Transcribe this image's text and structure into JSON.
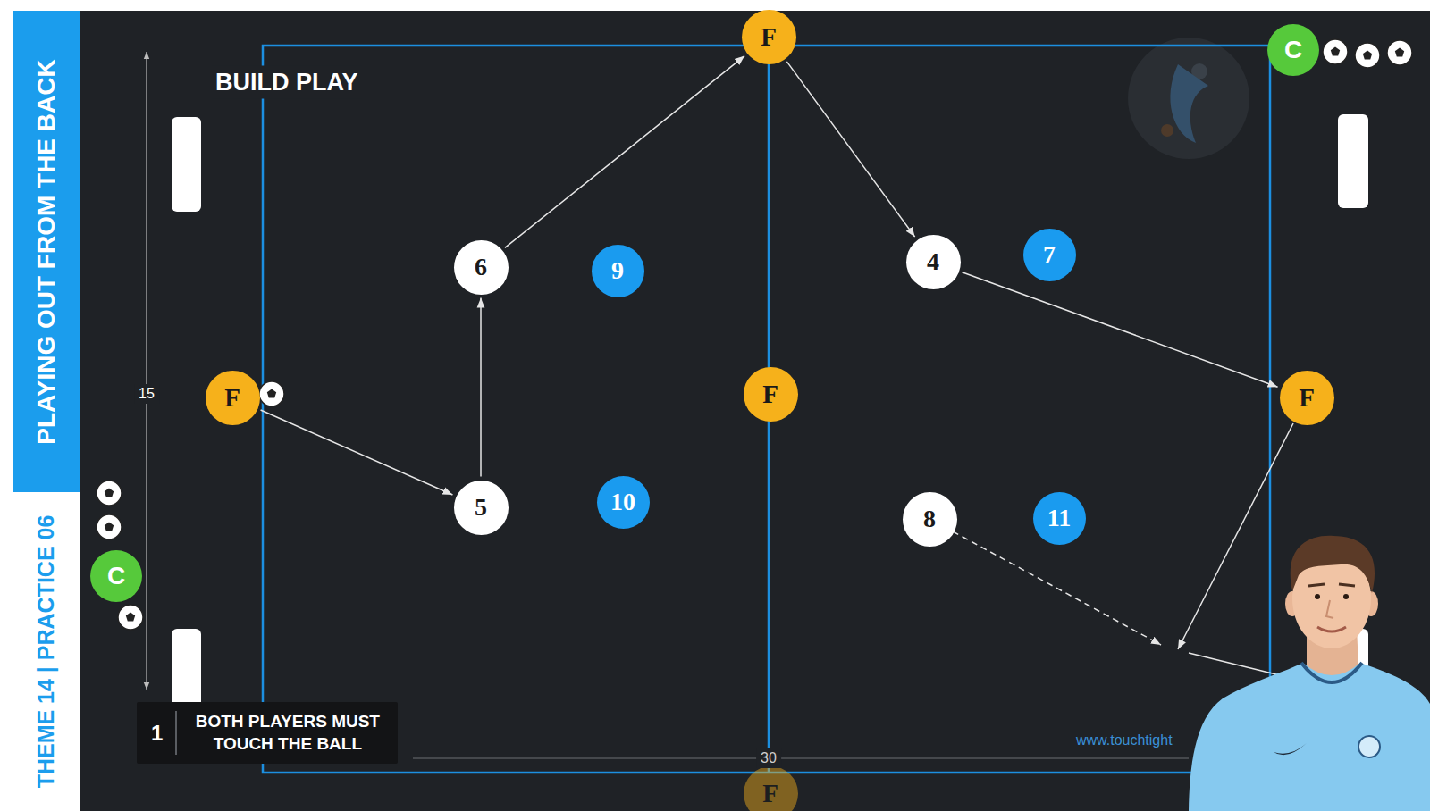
{
  "diagram": {
    "title": "BUILD PLAY",
    "nodes": [
      {
        "text": [
          "PLAYING OUT FROM THE BACK"
        ]
      },
      {
        "text": [
          "THEME 14 | PRACTICE 06"
        ]
      },
      {
        "text": [
          "F"
        ]
      },
      {
        "text": [
          "C"
        ]
      },
      {
        "text": [
          "6"
        ]
      },
      {
        "text": [
          "9"
        ]
      },
      {
        "text": [
          "4"
        ]
      },
      {
        "text": [
          "7"
        ]
      },
      {
        "text": [
          "F"
        ]
      },
      {
        "text": [
          "F"
        ]
      },
      {
        "text": [
          "F"
        ]
      },
      {
        "text": [
          "5"
        ]
      },
      {
        "text": [
          "10"
        ]
      },
      {
        "text": [
          "8"
        ]
      },
      {
        "text": [
          "11"
        ]
      },
      {
        "text": [
          "C"
        ]
      },
      {
        "text": [
          "1",
          "BOTH PLAYERS MUST TOUCH THE BALL"
        ]
      },
      {
        "text": [
          "F"
        ]
      }
    ],
    "edges": [
      {
        "from": 8,
        "to": 11,
        "arrow": "to"
      },
      {
        "from": 11,
        "to": 4,
        "arrow": "to"
      },
      {
        "from": 4,
        "to": 2,
        "arrow": "to"
      },
      {
        "from": 2,
        "to": 6,
        "arrow": "to"
      },
      {
        "from": 6,
        "to": 10,
        "arrow": "to"
      }
    ],
    "labels": [
      "15",
      "30",
      "www.touchtight"
    ]
  }
}
